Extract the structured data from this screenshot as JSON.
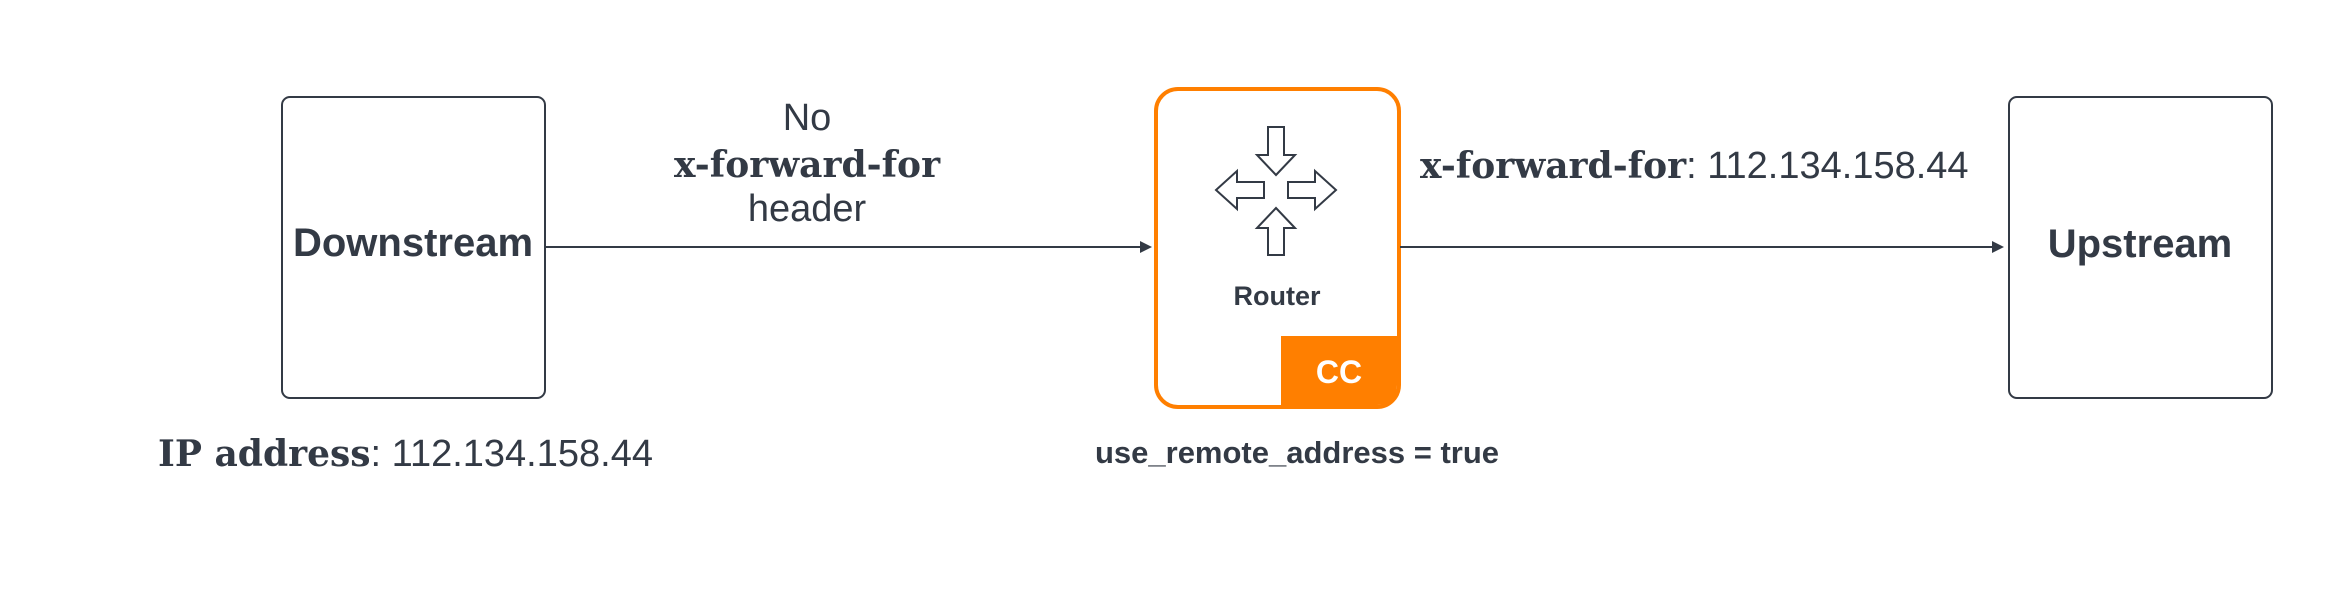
{
  "colors": {
    "stroke": "#333a45",
    "accent": "#ff7f00",
    "background": "#ffffff",
    "text": "#333a45"
  },
  "nodes": {
    "downstream": {
      "label": "Downstream"
    },
    "router": {
      "label": "Router",
      "badge": "CC",
      "icon": "router-arrows-icon"
    },
    "upstream": {
      "label": "Upstream"
    }
  },
  "edges": {
    "downstream_to_router": {
      "line1": "No",
      "line2": "x-forward-for",
      "line3": "header"
    },
    "router_to_upstream": {
      "header_name": "x-forward-for",
      "header_value": ": 112.134.158.44"
    }
  },
  "annotations": {
    "downstream_ip": {
      "key": "IP address",
      "value": ": 112.134.158.44"
    },
    "router_config": "use_remote_address = true"
  }
}
